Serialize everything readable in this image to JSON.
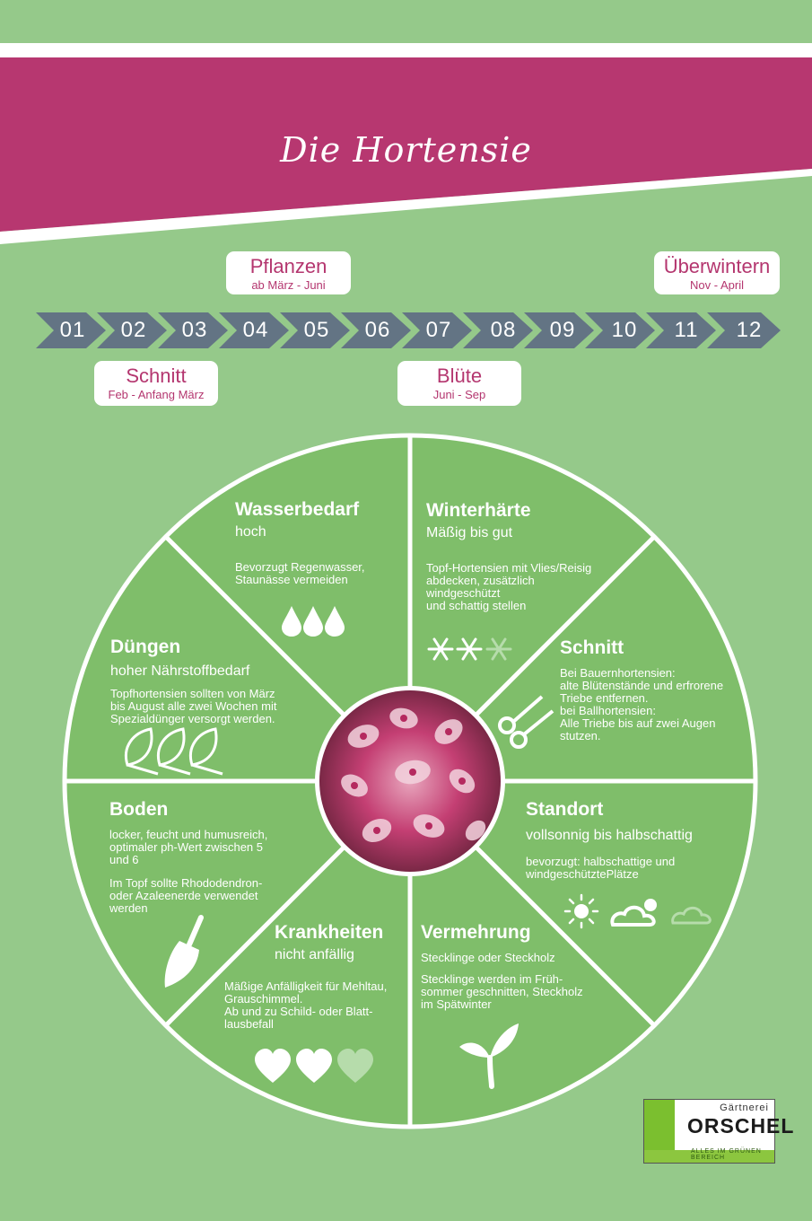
{
  "title": "Die Hortensie",
  "callouts": {
    "pflanzen": {
      "title": "Pflanzen",
      "sub": "ab März - Juni"
    },
    "ueberwintern": {
      "title": "Überwintern",
      "sub": "Nov - April"
    },
    "schnitt": {
      "title": "Schnitt",
      "sub": "Feb - Anfang März"
    },
    "bluete": {
      "title": "Blüte",
      "sub": "Juni - Sep"
    }
  },
  "months": [
    "01",
    "02",
    "03",
    "04",
    "05",
    "06",
    "07",
    "08",
    "09",
    "10",
    "11",
    "12"
  ],
  "segments": {
    "wasserbedarf": {
      "title": "Wasserbedarf",
      "sub": "hoch",
      "desc": "Bevorzugt Regenwasser,\nStaunässe vermeiden",
      "icon": "water-drop-icon"
    },
    "winterhaerte": {
      "title": "Winterhärte",
      "sub": "Mäßig bis gut",
      "desc": "Topf-Hortensien mit Vlies/Reisig\nabdecken, zusätzlich\nwindgeschützt\nund schattig stellen",
      "icon": "snowflake-icon"
    },
    "schnitt": {
      "title": "Schnitt",
      "desc": "Bei Bauernhortensien:\nalte Blütenstände und erfrorene\nTriebe entfernen.\nbei Ballhortensien:\nAlle Triebe bis auf zwei Augen\nstutzen.",
      "icon": "scissors-icon"
    },
    "standort": {
      "title": "Standort",
      "sub": "vollsonnig bis halbschattig",
      "desc": "bevorzugt: halbschattige und\nwindgeschütztePlätze",
      "icon": "sun-cloud-icon"
    },
    "vermehrung": {
      "title": "Vermehrung",
      "sub": "Stecklinge oder Steckholz",
      "desc": "Stecklinge werden  im Früh-\nsommer geschnitten, Steckholz\nim Spätwinter",
      "icon": "sprout-icon"
    },
    "krankheiten": {
      "title": "Krankheiten",
      "sub": "nicht anfällig",
      "desc": "Mäßige Anfälligkeit für Mehltau,\nGrauschimmel.\nAb und zu Schild- oder Blatt-\nlausbefall",
      "icon": "heart-icon"
    },
    "boden": {
      "title": "Boden",
      "desc": "locker, feucht und humusreich,\noptimaler ph-Wert zwischen 5\nund 6",
      "desc2": "Im Topf sollte Rhododendron-\noder Azaleenerde verwendet\nwerden",
      "icon": "trowel-icon"
    },
    "duengen": {
      "title": "Düngen",
      "sub": "hoher Nährstoffbedarf",
      "desc": "Topfhortensien sollten von März\nbis August alle zwei Wochen mit\nSpezialdünger versorgt werden.",
      "icon": "leaf-icon"
    }
  },
  "logo": {
    "top": "Gärtnerei",
    "main": "ORSCHEL",
    "sub": "ALLES IM GRÜNEN BEREICH"
  },
  "colors": {
    "magenta": "#b73770",
    "green_light": "#95c98a",
    "green_segment": "#7fbe6a",
    "arrow": "#637484",
    "white": "#ffffff"
  }
}
